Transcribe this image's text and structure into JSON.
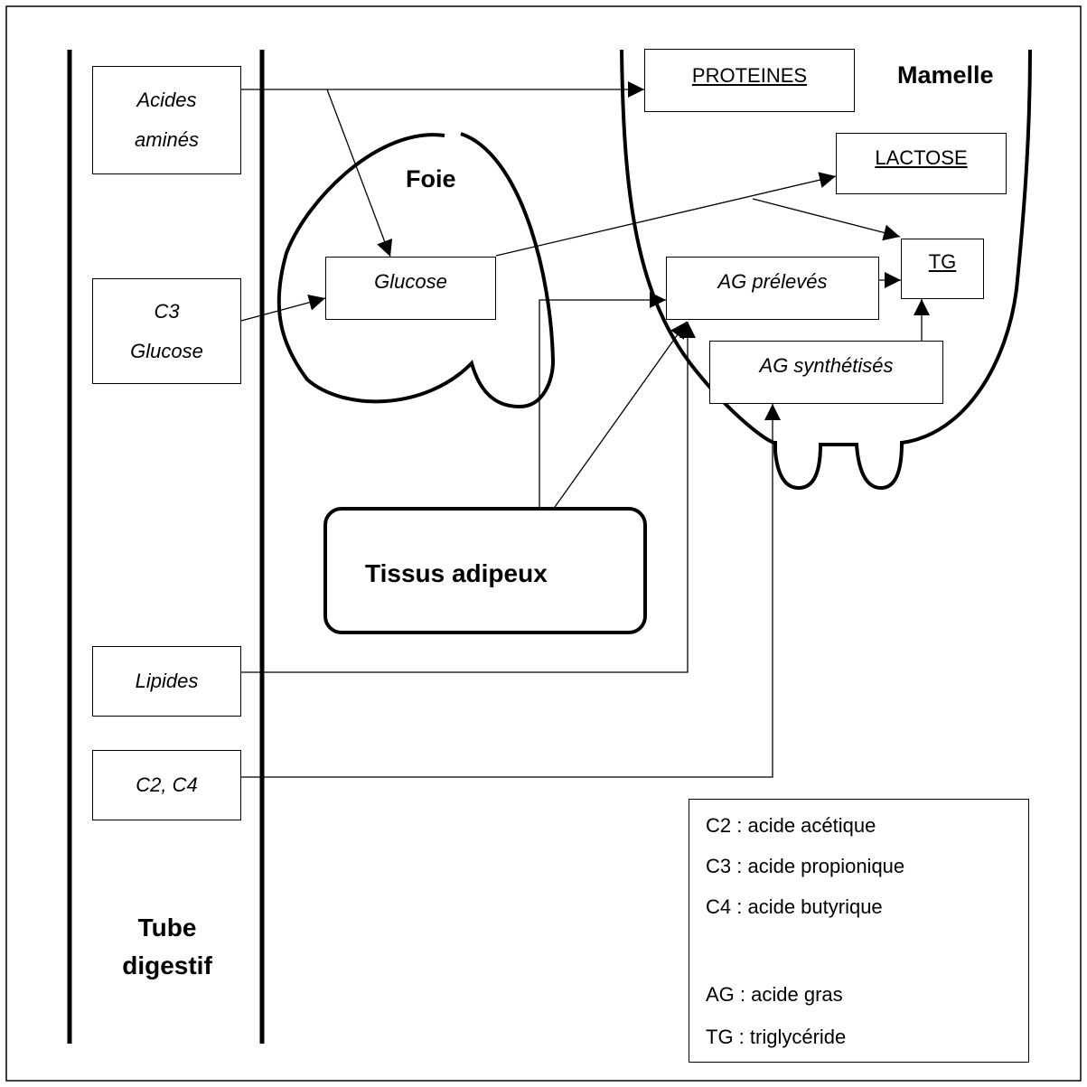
{
  "regions": {
    "tube_digestif": "Tube\ndigestif",
    "foie": "Foie",
    "mamelle": "Mamelle",
    "tissus_adipeux": "Tissus adipeux"
  },
  "sources": {
    "acides_amines": "Acides\naminés",
    "c3_glucose": "C3\nGlucose",
    "lipides": "Lipides",
    "c2_c4": "C2, C4"
  },
  "liver": {
    "glucose": "Glucose"
  },
  "mammary": {
    "proteines": "PROTEINES",
    "lactose": "LACTOSE",
    "tg": "TG",
    "ag_preleves": "AG prélevés",
    "ag_synthetises": "AG synthétisés"
  },
  "legend": [
    "C2 : acide acétique",
    "C3 : acide propionique",
    "C4 : acide butyrique",
    "AG : acide gras",
    "TG : triglycéride"
  ]
}
